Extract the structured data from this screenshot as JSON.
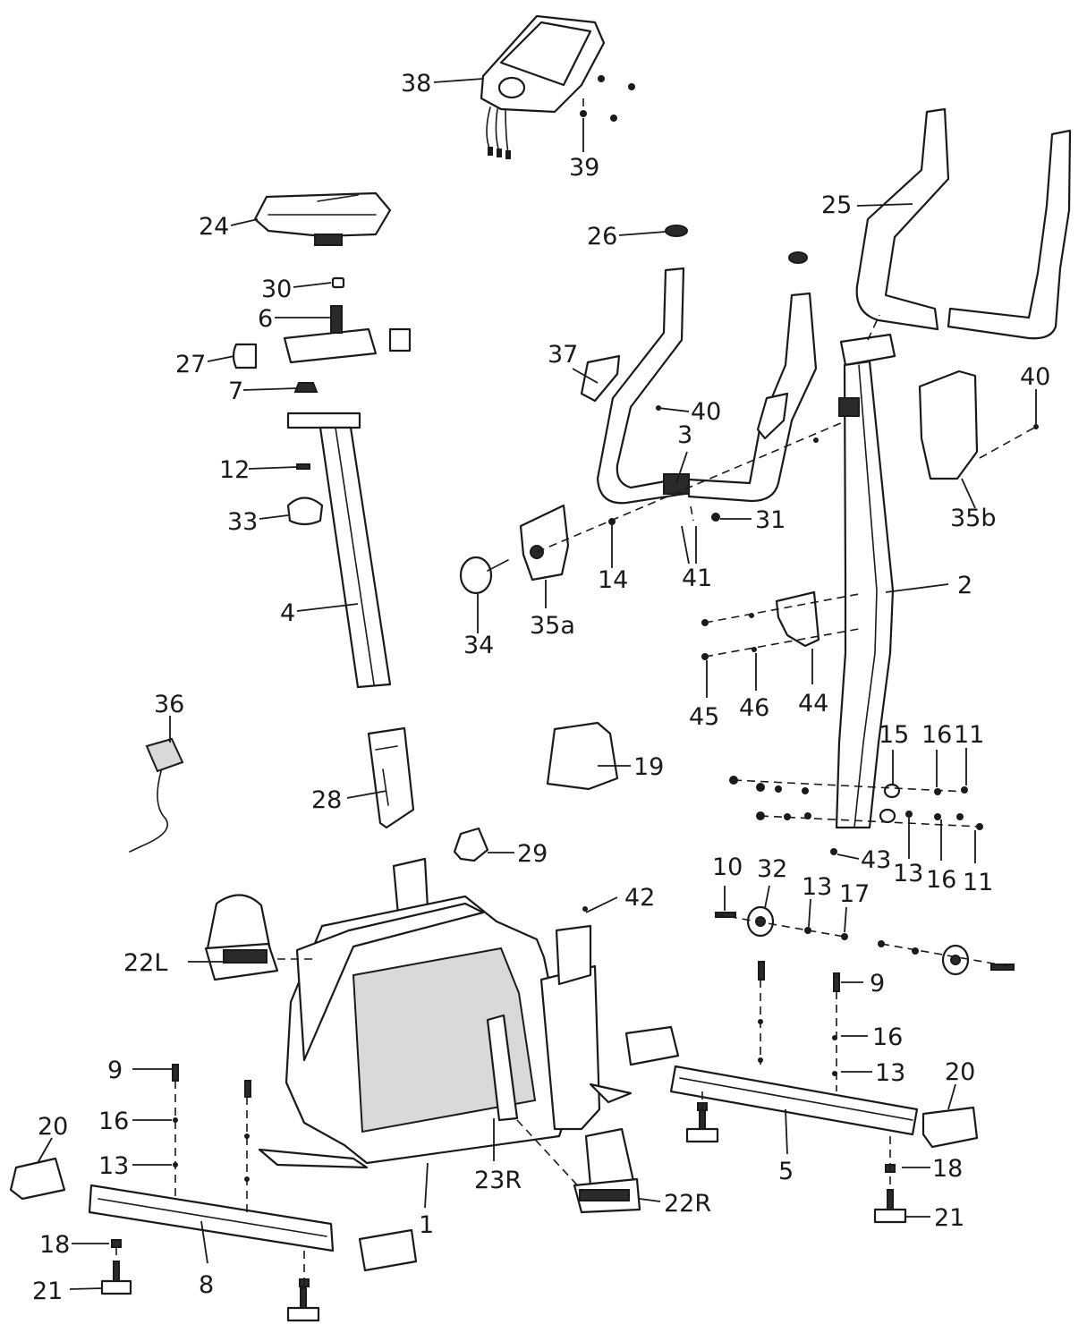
{
  "callouts": {
    "c38": "38",
    "c39": "39",
    "c24": "24",
    "c30": "30",
    "c6": "6",
    "c27": "27",
    "c7": "7",
    "c12": "12",
    "c33": "33",
    "c4": "4",
    "c36": "36",
    "c28": "28",
    "c29": "29",
    "c19": "19",
    "c26": "26",
    "c25": "25",
    "c37": "37",
    "c40a": "40",
    "c3": "3",
    "c31": "31",
    "c41": "41",
    "c14": "14",
    "c35a": "35a",
    "c34": "34",
    "c40b": "40",
    "c35b": "35b",
    "c2": "2",
    "c44": "44",
    "c45": "45",
    "c46": "46",
    "c15": "15",
    "c16a": "16",
    "c11a": "11",
    "c43": "43",
    "c13a": "13",
    "c16b": "16",
    "c11b": "11",
    "c10": "10",
    "c32": "32",
    "c13b": "13",
    "c17": "17",
    "c42": "42",
    "c22L": "22L",
    "c9a": "9",
    "c16c": "16",
    "c13c": "13",
    "c20a": "20",
    "c18a": "18",
    "c21a": "21",
    "c8": "8",
    "c1": "1",
    "c23R": "23R",
    "c22R": "22R",
    "c9b": "9",
    "c16d": "16",
    "c13d": "13",
    "c20b": "20",
    "c5": "5",
    "c18b": "18",
    "c21b": "21"
  }
}
